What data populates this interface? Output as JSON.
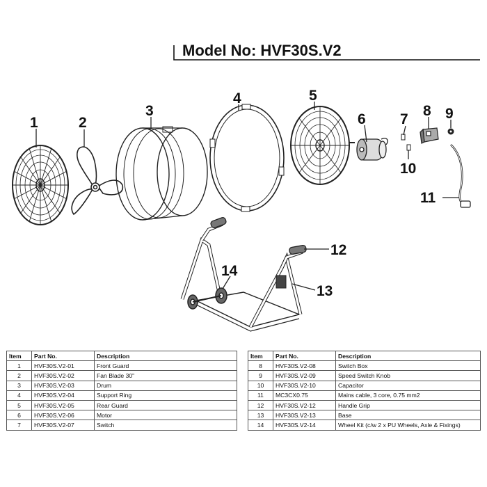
{
  "title": "Model No: HVF30S.V2",
  "callouts": [
    "1",
    "2",
    "3",
    "4",
    "5",
    "6",
    "7",
    "8",
    "9",
    "10",
    "11",
    "12",
    "13",
    "14"
  ],
  "table_headers": {
    "item": "Item",
    "part_no": "Part No.",
    "description": "Description"
  },
  "parts_left": [
    {
      "item": "1",
      "part_no": "HVF30S.V2-01",
      "description": "Front Guard"
    },
    {
      "item": "2",
      "part_no": "HVF30S.V2-02",
      "description": "Fan Blade 30\""
    },
    {
      "item": "3",
      "part_no": "HVF30S.V2-03",
      "description": "Drum"
    },
    {
      "item": "4",
      "part_no": "HVF30S.V2-04",
      "description": "Support Ring"
    },
    {
      "item": "5",
      "part_no": "HVF30S.V2-05",
      "description": "Rear Guard"
    },
    {
      "item": "6",
      "part_no": "HVF30S.V2-06",
      "description": "Motor"
    },
    {
      "item": "7",
      "part_no": "HVF30S.V2-07",
      "description": "Switch"
    }
  ],
  "parts_right": [
    {
      "item": "8",
      "part_no": "HVF30S.V2-08",
      "description": "Switch Box"
    },
    {
      "item": "9",
      "part_no": "HVF30S.V2-09",
      "description": "Speed Switch Knob"
    },
    {
      "item": "10",
      "part_no": "HVF30S.V2-10",
      "description": "Capacitor"
    },
    {
      "item": "11",
      "part_no": "MC3CX0.75",
      "description": "Mains cable, 3 core, 0.75 mm2"
    },
    {
      "item": "12",
      "part_no": "HVF30S.V2-12",
      "description": "Handle Grip"
    },
    {
      "item": "13",
      "part_no": "HVF30S.V2-13",
      "description": "Base"
    },
    {
      "item": "14",
      "part_no": "HVF30S.V2-14",
      "description": "Wheel Kit (c/w 2 x PU Wheels, Axle & Fixings)"
    }
  ]
}
